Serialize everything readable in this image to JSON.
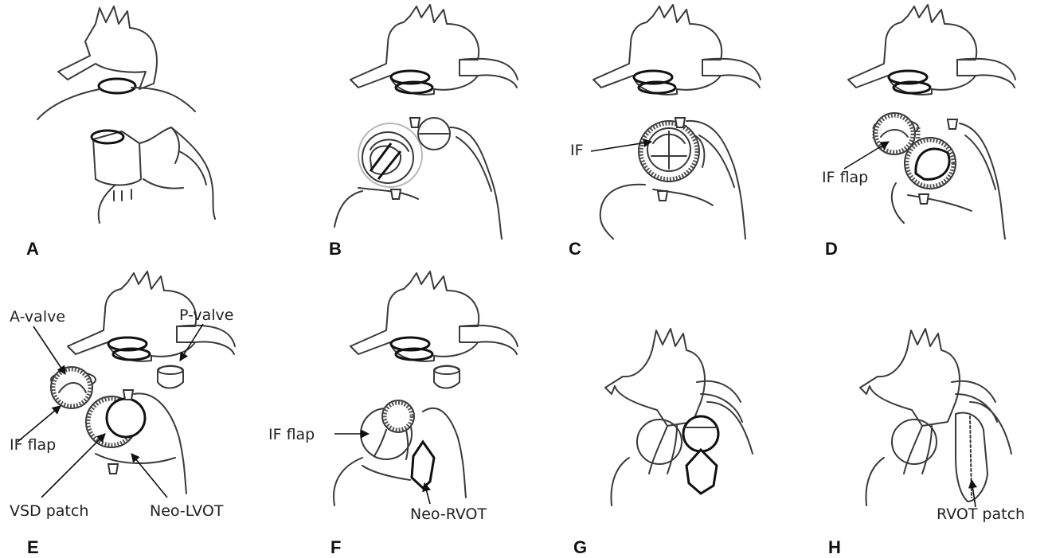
{
  "panels": [
    {
      "label": "A"
    },
    {
      "label": "B"
    },
    {
      "label": "C",
      "annotations": [
        "IF"
      ]
    },
    {
      "label": "D",
      "annotations": [
        "IF flap"
      ]
    },
    {
      "label": "E",
      "annotations": [
        "A-valve",
        "P-valve",
        "IF flap",
        "VSD patch",
        "Neo-LVOT"
      ]
    },
    {
      "label": "F",
      "annotations": [
        "IF flap",
        "Neo-RVOT"
      ]
    },
    {
      "label": "G"
    },
    {
      "label": "H",
      "annotations": [
        "RVOT patch"
      ]
    }
  ]
}
